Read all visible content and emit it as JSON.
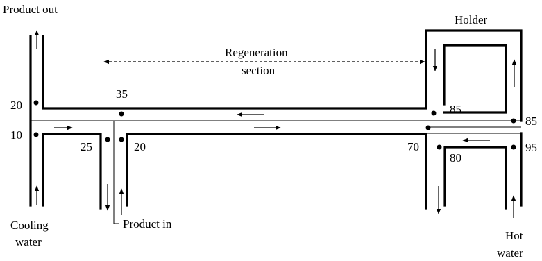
{
  "labels": {
    "product_out": "Product out",
    "holder": "Holder",
    "regeneration_line1": "Regeneration",
    "regeneration_line2": "section",
    "cooling_line1": "Cooling",
    "cooling_line2": "water",
    "product_in": "Product in",
    "hot_line1": "Hot",
    "hot_line2": "water"
  },
  "temperatures": {
    "product_out_side": "20",
    "cooling_in": "10",
    "regen_top": "35",
    "cooling_return": "25",
    "product_in": "20",
    "heating_in": "70",
    "holder_out": "85",
    "heater_product_out": "85",
    "hot_water_in": "95",
    "hot_water_out": "80"
  }
}
